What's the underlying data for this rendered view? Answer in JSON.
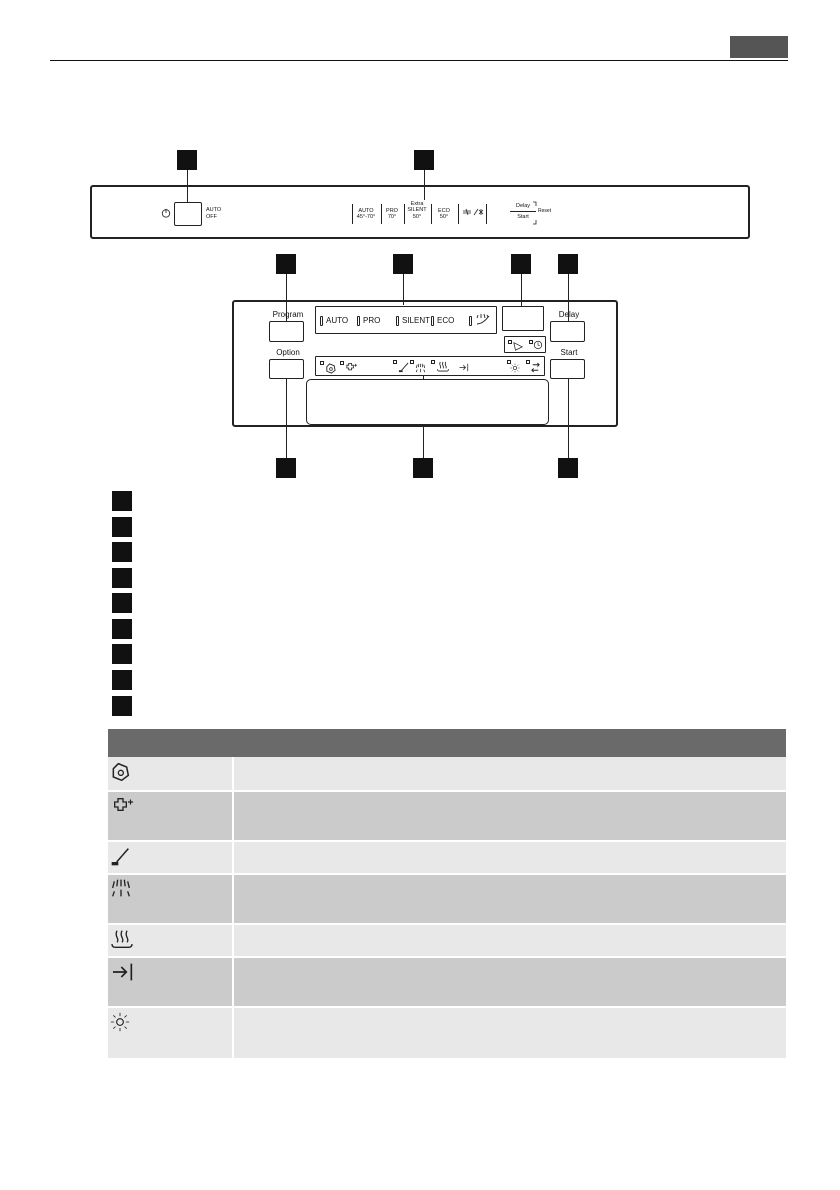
{
  "panel": {
    "auto_off": "AUTO\nOFF",
    "programs": [
      {
        "name": "AUTO",
        "temp": "45°-70°"
      },
      {
        "name": "PRO",
        "temp": "70°"
      },
      {
        "name": "Extra\nSILENT",
        "temp": "50°"
      },
      {
        "name": "ECO",
        "temp": "50°"
      }
    ],
    "delay": "Delay",
    "start": "Start",
    "reset": "Reset"
  },
  "display": {
    "program_label": "Program",
    "option_label": "Option",
    "delay_label": "Delay",
    "start_label": "Start",
    "programs": [
      "AUTO",
      "PRO",
      "SILENT",
      "ECO"
    ]
  },
  "icons": {
    "power": "power-icon",
    "salt": "salt-icon",
    "rinse_aid": "rinse-aid-icon",
    "prewash": "prewash-icon",
    "spray": "spray-icon",
    "drying": "drying-icon",
    "end": "end-icon",
    "light": "light-icon",
    "tap": "tap-icon",
    "clock": "clock-icon",
    "cycle": "cycle-icon"
  },
  "colors": {
    "header_gray": "#6a6a6a",
    "row_light": "#e8e8e8",
    "row_dark": "#cbcbcb",
    "ink": "#111111"
  }
}
